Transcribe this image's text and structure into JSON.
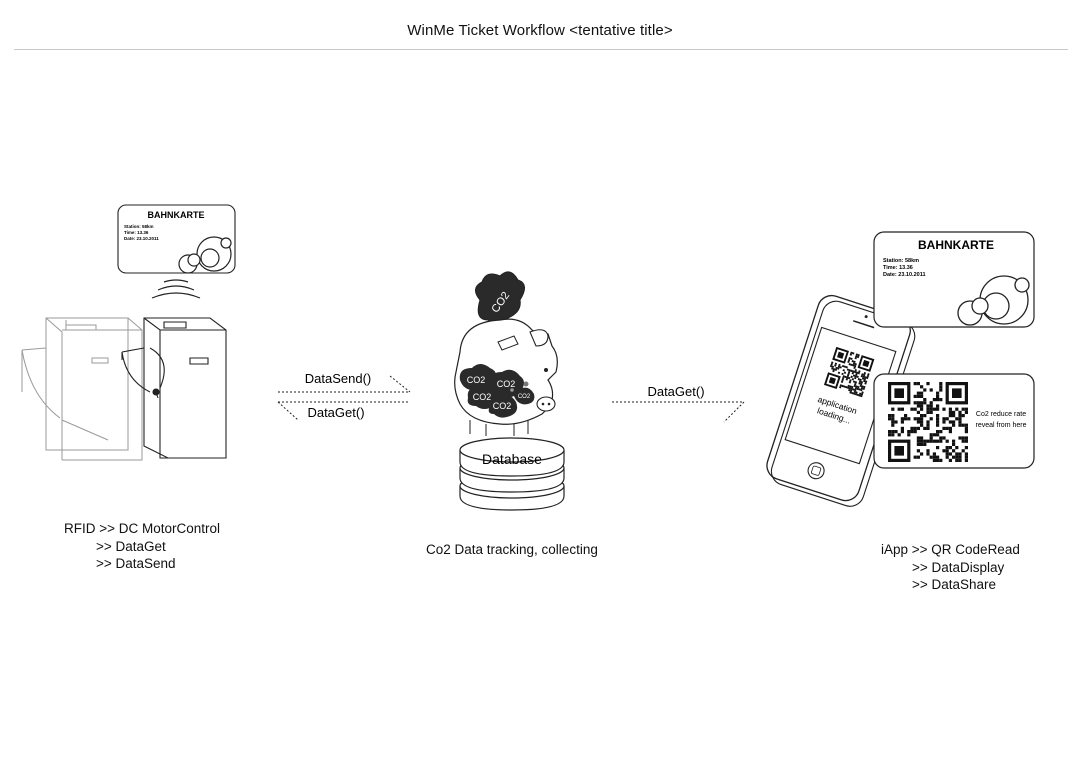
{
  "title": "WinMe Ticket Workflow <tentative title>",
  "arrows": {
    "left_top": "DataSend()",
    "left_bottom": "DataGet()",
    "right": "DataGet()"
  },
  "card_small": {
    "title": "BAHNKARTE",
    "lines": [
      "Station: 58km",
      "Time: 13.36",
      "Date: 23.10.2011"
    ]
  },
  "card_large": {
    "title": "BAHNKARTE",
    "lines": [
      "Station: 58km",
      "Time: 13.36",
      "Date: 23.10.2011"
    ]
  },
  "database": {
    "label": "Database",
    "co2_top": "CO2",
    "co2_clouds": [
      "CO2",
      "CO2",
      "CO2",
      "CO2",
      "CO2"
    ]
  },
  "phone": {
    "screen_text": [
      "application",
      "loading..."
    ]
  },
  "qr_card": {
    "text": [
      "Co2 reduce rate",
      "reveal from here"
    ]
  },
  "captions": {
    "left": [
      "RFID >> DC MotorControl",
      ">> DataGet",
      ">> DataSend"
    ],
    "center": "Co2 Data tracking, collecting",
    "right": [
      "iApp >> QR CodeRead",
      ">> DataDisplay",
      ">> DataShare"
    ]
  }
}
